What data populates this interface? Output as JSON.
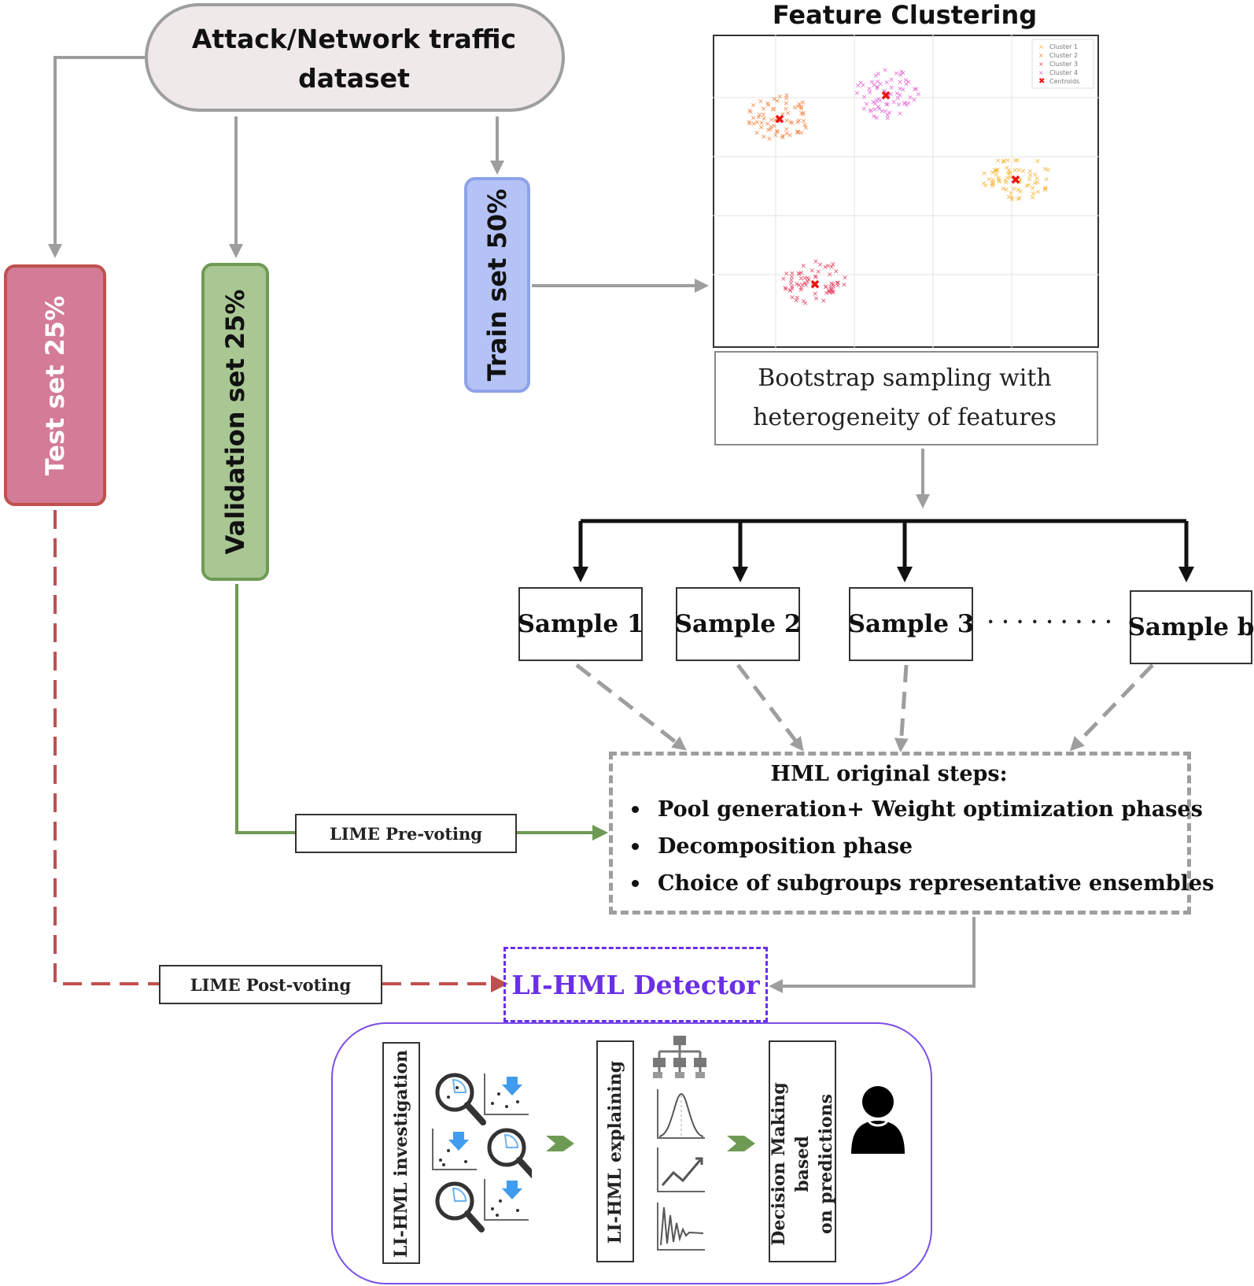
{
  "dataset": {
    "title": "Attack/Network traffic\ndataset"
  },
  "splits": {
    "test": "Test set 25%",
    "validation": "Validation set 25%",
    "train": "Train set 50%"
  },
  "feature_clustering": {
    "title": "Feature Clustering",
    "legend": [
      "Cluster 1",
      "Cluster 2",
      "Cluster 3",
      "Cluster 4",
      "Centroids"
    ],
    "cluster_colors": [
      "#f6b83c",
      "#f08a4b",
      "#e44b6a",
      "#e36bd6"
    ],
    "centroid_color": "#ee1111"
  },
  "bootstrap": {
    "text": "Bootstrap sampling with\nheterogeneity of features"
  },
  "samples": [
    "Sample 1",
    "Sample 2",
    "Sample 3",
    "Sample b"
  ],
  "ellipsis": "· · · · · · · · ·",
  "hml": {
    "title": "HML original steps:",
    "items": [
      "Pool generation+ Weight optimization  phases",
      "Decomposition phase",
      "Choice of subgroups representative ensembles"
    ]
  },
  "lime": {
    "pre": "LIME Pre-voting",
    "post": "LIME Post-voting"
  },
  "detector": "LI-HML Detector",
  "bottom": {
    "investigation": "LI-HML  investigation",
    "explaining": "LI-HML  explaining",
    "decision": "Decision Making based\non predictions"
  },
  "colors": {
    "test": "#d37b97",
    "test_border": "#c0504d",
    "validation": "#a9c793",
    "validation_border": "#6f9a54",
    "train": "#b4c2f5",
    "train_border": "#8ea2e8",
    "dataset_fill": "#efe9e9",
    "detector": "#6a2fe6",
    "gray": "#9e9e9e"
  }
}
